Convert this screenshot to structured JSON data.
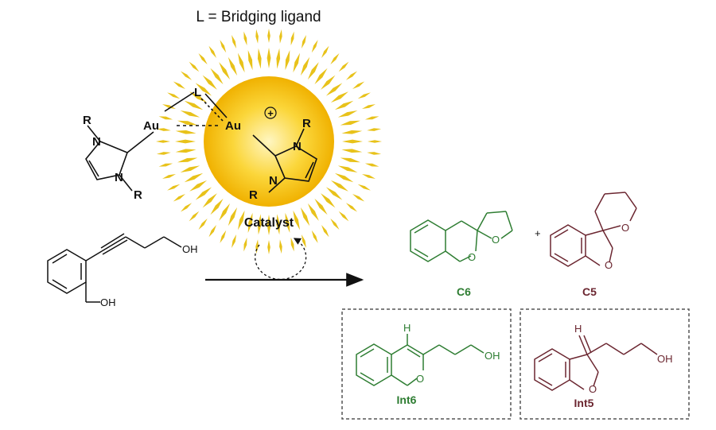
{
  "legend": {
    "text": "L = Bridging ligand"
  },
  "catalyst": {
    "label": "Catalyst",
    "metal_left": "Au",
    "metal_right": "Au",
    "ligand": "L",
    "charge": "+",
    "n_labels": [
      "N",
      "N",
      "N",
      "N"
    ],
    "r_labels": [
      "R",
      "R",
      "R",
      "R"
    ]
  },
  "substrate": {
    "oh_chain": "OH",
    "oh_benzyl": "OH"
  },
  "products": [
    {
      "label": "C6",
      "o1": "O",
      "o2": "O",
      "color": "#2e7d32"
    },
    {
      "label": "C5",
      "o1": "O",
      "o2": "O",
      "color": "#6b2630"
    }
  ],
  "plus": "+",
  "intermediates": [
    {
      "label": "Int6",
      "h": "H",
      "o": "O",
      "oh": "OH",
      "color": "#2e7d32"
    },
    {
      "label": "Int5",
      "h": "H",
      "o": "O",
      "oh": "OH",
      "color": "#6b2630"
    }
  ],
  "colors": {
    "ray": "#e8c21a",
    "sun_core": "#f7c21b",
    "green": "#2e7d32",
    "maroon": "#6b2630",
    "ink": "#111111"
  }
}
